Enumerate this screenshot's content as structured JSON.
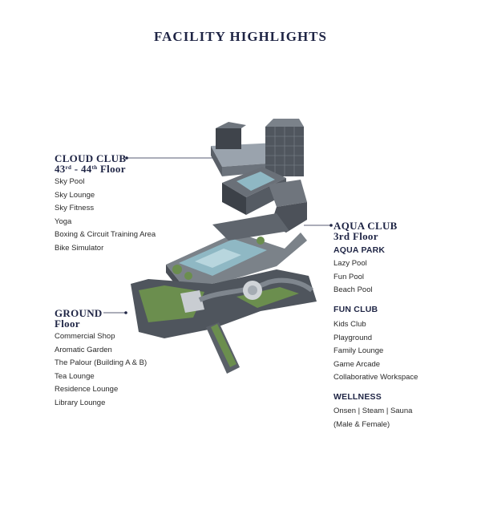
{
  "title": "FACILITY HIGHLIGHTS",
  "cloud_club": {
    "name": "CLOUD CLUB",
    "floor_from": "43",
    "floor_from_suffix": "rd",
    "floor_sep": " - ",
    "floor_to": "44",
    "floor_to_suffix": "th",
    "floor_word": " Floor",
    "items": [
      "Sky Pool",
      "Sky Lounge",
      "Sky Fitness",
      "Yoga",
      "Boxing & Circuit Training Area",
      "Bike Simulator"
    ]
  },
  "aqua_club": {
    "name": "AQUA CLUB",
    "floor": "3rd Floor",
    "groups": [
      {
        "title": "AQUA PARK",
        "items": [
          "Lazy Pool",
          "Fun Pool",
          "Beach Pool"
        ]
      },
      {
        "title": "FUN CLUB",
        "items": [
          "Kids Club",
          "Playground",
          "Family Lounge",
          "Game Arcade",
          "Collaborative Workspace"
        ]
      },
      {
        "title": "WELLNESS",
        "items": [
          "Onsen | Steam | Sauna",
          "(Male & Female)"
        ]
      }
    ]
  },
  "ground": {
    "name": "GROUND",
    "floor": "Floor",
    "items": [
      "Commercial Shop",
      "Aromatic Garden",
      "The Palour (Building A & B)",
      "Tea Lounge",
      "Residence Lounge",
      "Library Lounge"
    ]
  },
  "colors": {
    "heading": "#1f2545",
    "building": "#4a4f57",
    "pool": "#8fb8c4",
    "green": "#6b8e4e"
  }
}
